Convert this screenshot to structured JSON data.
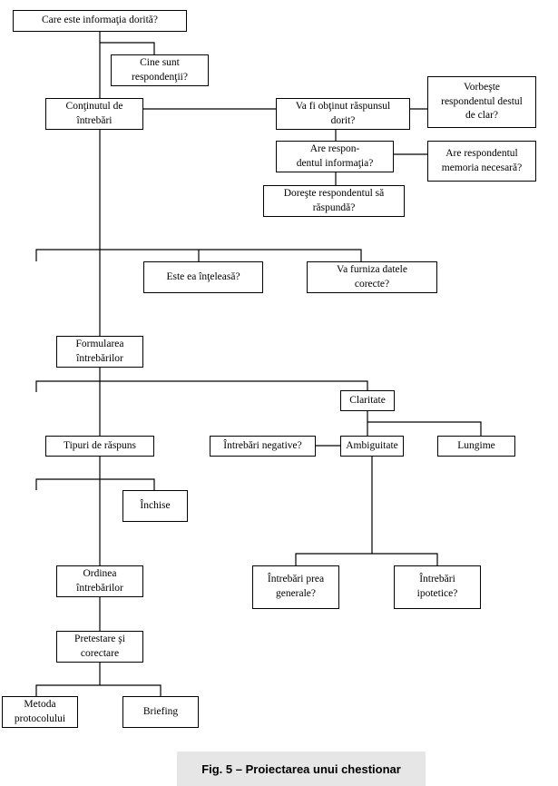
{
  "nodes": {
    "n1": "Care este informaţia dorită?",
    "n2": "Cine sunt\nrespondenţii?",
    "n3": "Conţinutul de\nîntrebări",
    "n4": "Va fi obţinut răspunsul\ndorit?",
    "n5": "Vorbeşte\nrespondentul destul\nde clar?",
    "n6": "Are respon-\ndentul informaţia?",
    "n7": "Are respondentul\nmemoria necesară?",
    "n8": "Doreşte respondentul să\nrăspundă?",
    "n9": "Este ea înţeleasă?",
    "n10": "Va furniza datele\ncorecte?",
    "n11": "Formularea\nîntrebărilor",
    "n12": "Claritate",
    "n13": "Tipuri de răspuns",
    "n14": "Întrebări negative?",
    "n15": "Ambiguitate",
    "n16": "Lungime",
    "n17": "Închise",
    "n18": "Ordinea\nîntrebărilor",
    "n19": "Întrebări prea\ngenerale?",
    "n20": "Întrebări\nipotetice?",
    "n21": "Pretestare şi\ncorectare",
    "n22": "Metoda\nprotocolului",
    "n23": "Briefing"
  },
  "caption": "Fig. 5 – Proiectarea unui chestionar"
}
